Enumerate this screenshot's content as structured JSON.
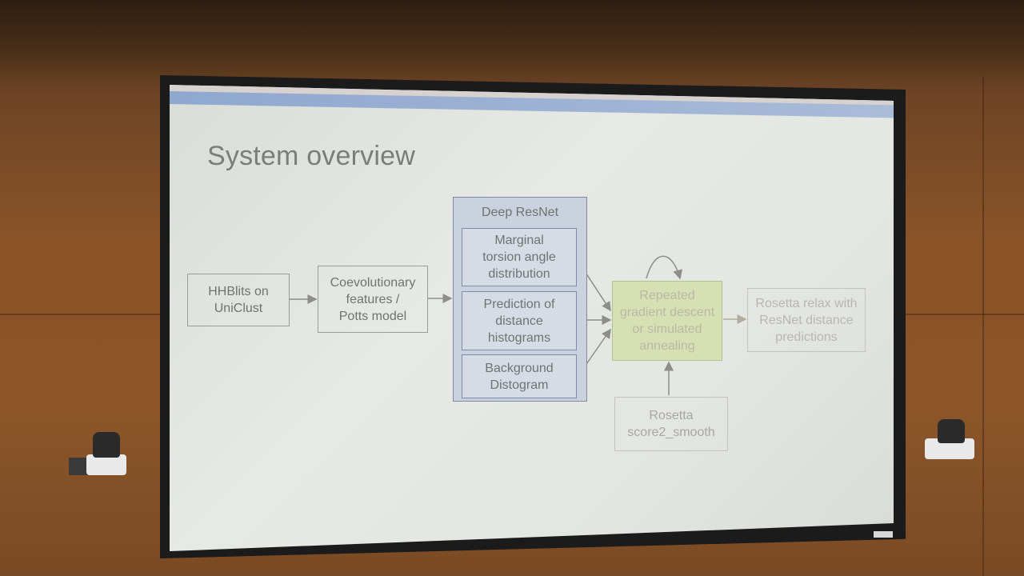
{
  "slide": {
    "title": "System overview",
    "boxes": {
      "hhblits": "HHBlits on\nUniClust",
      "coevo": "Coevolutionary\nfeatures /\nPotts model",
      "resnet_title": "Deep ResNet",
      "marginal": "Marginal\ntorsion angle\ndistribution",
      "prediction": "Prediction of\ndistance\nhistograms",
      "background": "Background\nDistogram",
      "repeated": "Repeated\ngradient descent\nor simulated\nannealing",
      "rosetta_relax": "Rosetta relax with\nResNet distance\npredictions",
      "rosetta_score": "Rosetta\nscore2_smooth"
    }
  },
  "colors": {
    "screen": "#e4e7e2",
    "accent_bar": "#9fb3d4",
    "resnet_fill": "#c9d2de",
    "green_fill": "#d6e0b3",
    "wall": "#8a5428"
  },
  "icons": [
    "camera-icon",
    "camera-icon"
  ]
}
